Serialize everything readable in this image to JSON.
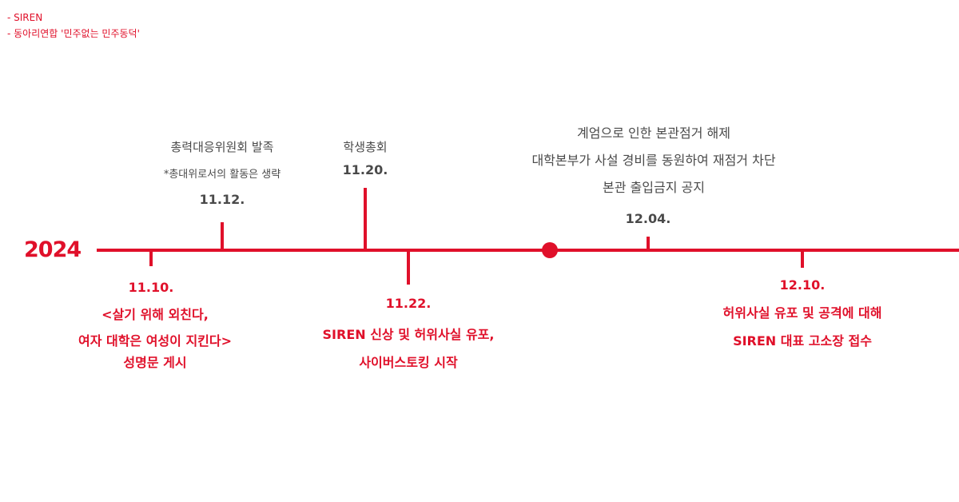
{
  "legend": {
    "line1": "- SIREN",
    "line2": "- 동아리연합 '민주없는 민주동덕'"
  },
  "timeline": {
    "year": "2024",
    "colors": {
      "accent": "#e0102a",
      "text_gray": "#4a4a4a"
    },
    "above": [
      {
        "date": "11.12.",
        "title": "총력대응위원회 발족",
        "note": "*총대위로서의 활동은 생략"
      },
      {
        "date": "11.20.",
        "title": "학생총회"
      },
      {
        "date": "12.04.",
        "lines": [
          "계엄으로 인한 본관점거 해제",
          "대학본부가 사설 경비를 동원하여 재점거 차단",
          "본관 출입금지 공지"
        ]
      }
    ],
    "below": [
      {
        "date": "11.10.",
        "lines": [
          "<살기 위해 외친다,",
          "여자 대학은 여성이 지킨다>",
          "성명문 게시"
        ]
      },
      {
        "date": "11.22.",
        "lines": [
          "SIREN 신상 및 허위사실 유포,",
          "사이버스토킹 시작"
        ]
      },
      {
        "date": "12.10.",
        "lines": [
          "허위사실 유포 및 공격에 대해",
          "SIREN 대표 고소장 접수"
        ]
      }
    ]
  }
}
